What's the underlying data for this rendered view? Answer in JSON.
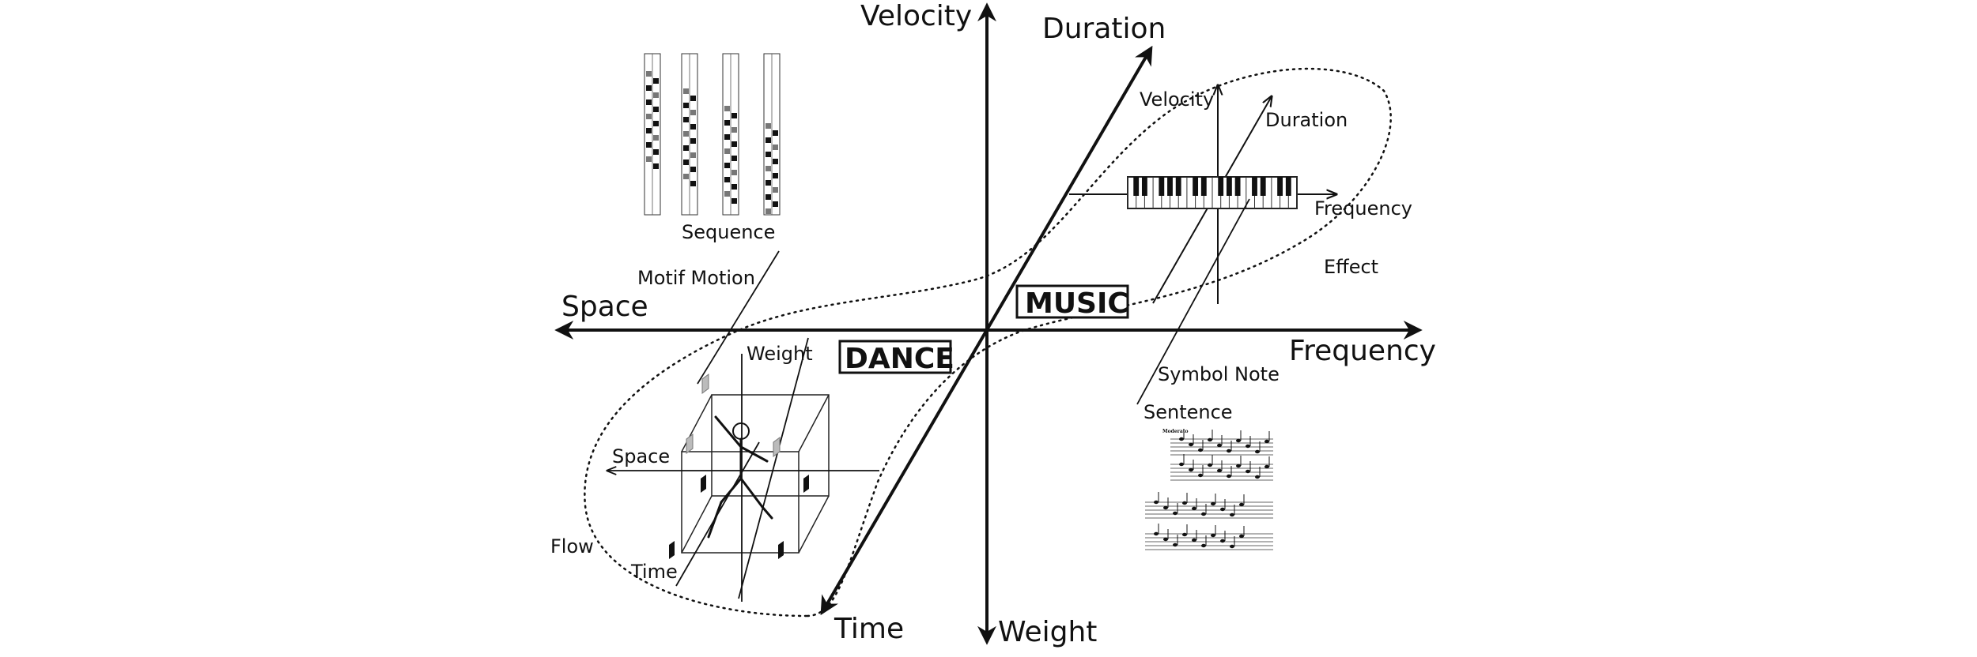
{
  "main_axes": {
    "velocity": "Velocity",
    "duration": "Duration",
    "space": "Space",
    "frequency": "Frequency",
    "time": "Time",
    "weight": "Weight"
  },
  "regions": {
    "music": "MUSIC",
    "dance": "DANCE"
  },
  "music_inset": {
    "velocity": "Velocity",
    "duration": "Duration",
    "frequency": "Frequency",
    "effect": "Effect",
    "symbol_note": "Symbol Note",
    "sentence": "Sentence"
  },
  "dance_inset": {
    "sequence": "Sequence",
    "motif_motion": "Motif Motion",
    "weight": "Weight",
    "space": "Space",
    "flow": "Flow",
    "time": "Time"
  },
  "sheet_music": {
    "tempo_marking": "Moderato"
  }
}
